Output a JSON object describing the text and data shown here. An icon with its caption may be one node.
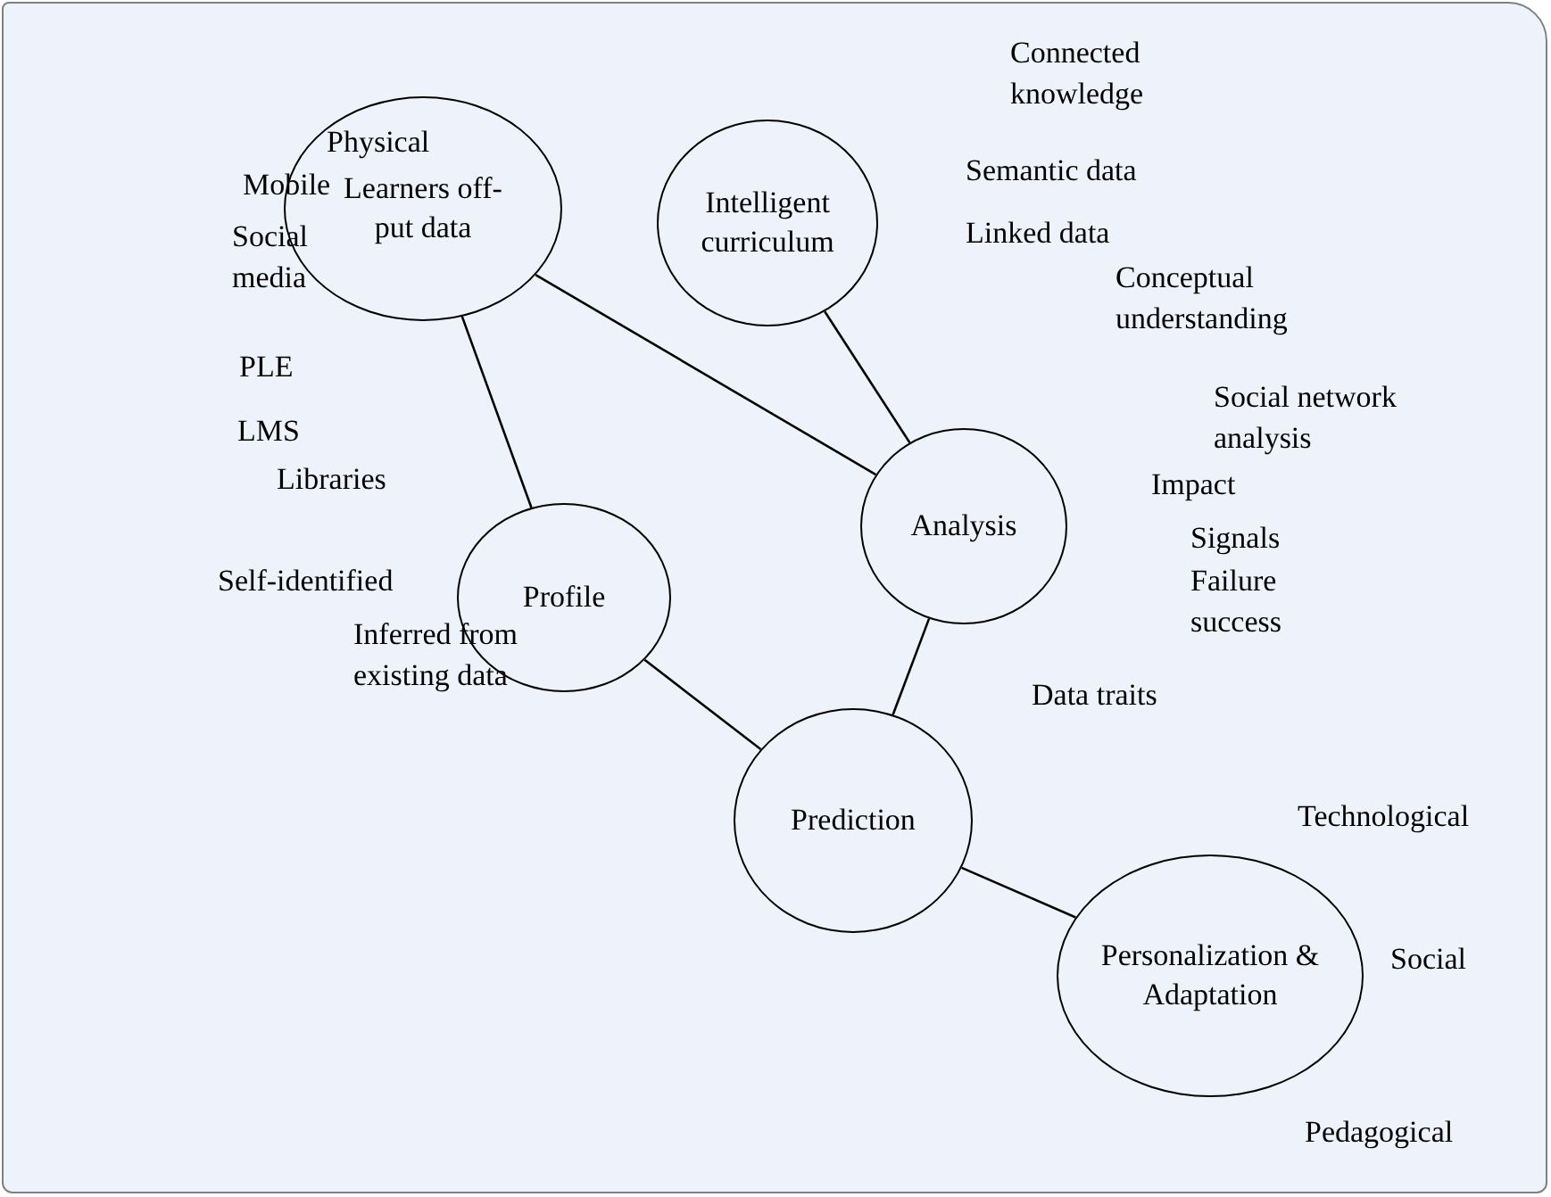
{
  "diagram": {
    "nodes": [
      {
        "text": [
          "Intelligent curriculum"
        ]
      },
      {
        "text": [
          "Learners off-put data"
        ]
      },
      {
        "text": [
          "Analysis"
        ]
      },
      {
        "text": [
          "Profile"
        ]
      },
      {
        "text": [
          "Prediction"
        ]
      },
      {
        "text": [
          "Personalization & Adaptation"
        ]
      }
    ],
    "edges": [
      {
        "from": 0,
        "to": 2,
        "arrow": "none"
      },
      {
        "from": 1,
        "to": 2,
        "arrow": "none"
      },
      {
        "from": 1,
        "to": 3,
        "arrow": "none"
      },
      {
        "from": 3,
        "to": 4,
        "arrow": "none"
      },
      {
        "from": 2,
        "to": 4,
        "arrow": "none"
      },
      {
        "from": 4,
        "to": 5,
        "arrow": "none"
      }
    ],
    "labels": [
      "Connected knowledge",
      "Physical",
      "Mobile",
      "Semantic data",
      "Social media",
      "Linked data",
      "Conceptual understanding",
      "PLE",
      "Social network analysis",
      "LMS",
      "Libraries",
      "Impact",
      "Signals",
      "Failure success",
      "Self-identified",
      "Inferred from existing data",
      "Data traits",
      "Technological",
      "Social",
      "Pedagogical"
    ]
  }
}
